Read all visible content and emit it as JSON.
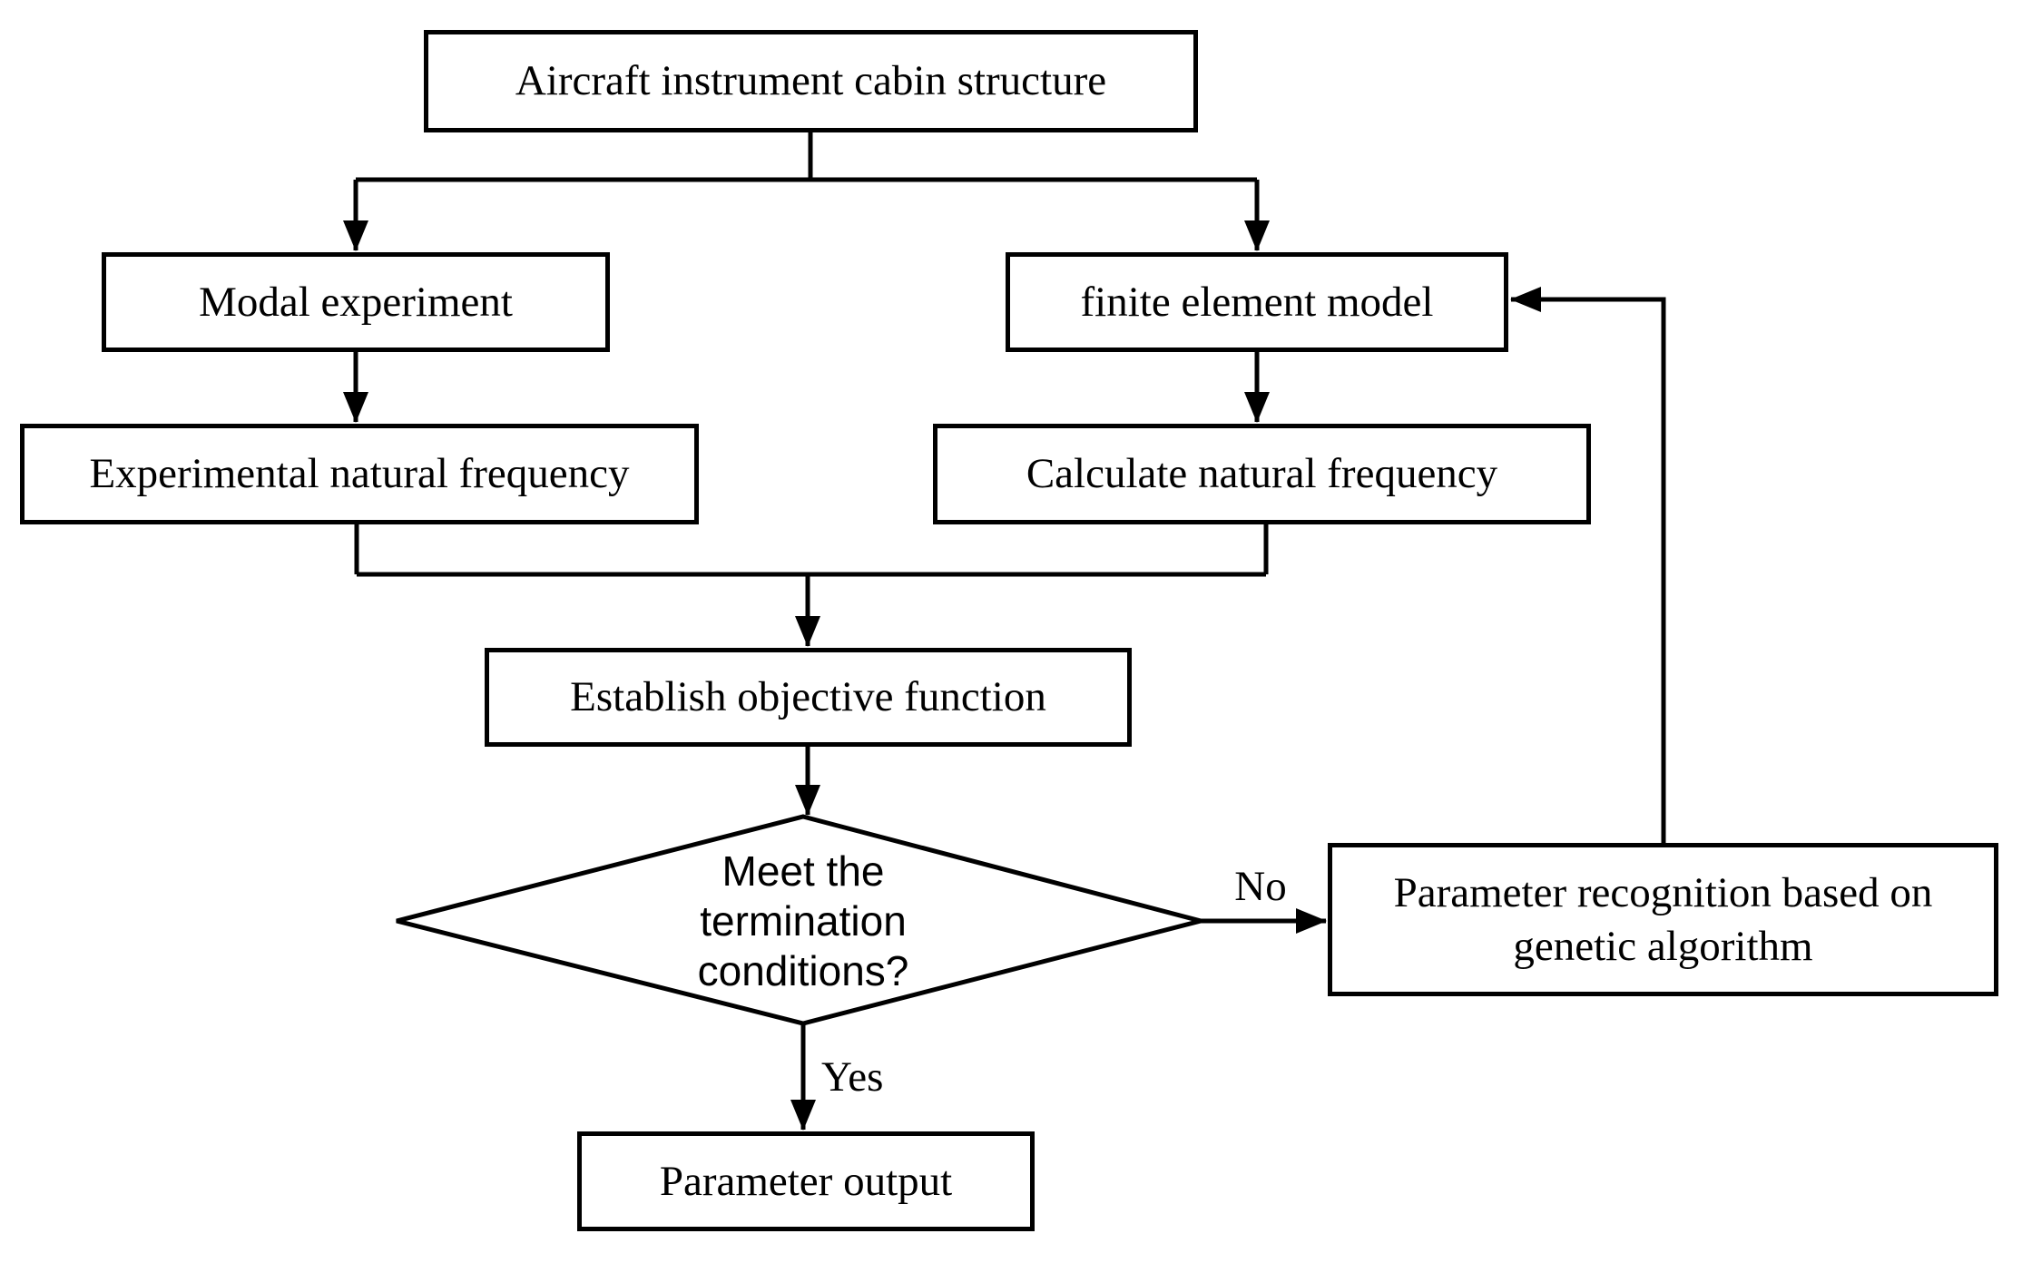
{
  "figure": {
    "type": "flowchart",
    "background_color": "#ffffff",
    "line_color": "#000000",
    "text_color": "#000000"
  },
  "flowchart": {
    "nodes": {
      "aircraft": {
        "shape": "rect",
        "label": "Aircraft instrument cabin structure"
      },
      "modal": {
        "shape": "rect",
        "label": "Modal experiment"
      },
      "fem": {
        "shape": "rect",
        "label": "finite element model"
      },
      "exp_freq": {
        "shape": "rect",
        "label": "Experimental natural frequency"
      },
      "calc_freq": {
        "shape": "rect",
        "label": "Calculate natural frequency"
      },
      "objective": {
        "shape": "rect",
        "label": "Establish objective function"
      },
      "decision": {
        "shape": "diamond",
        "label": "Meet the termination conditions?"
      },
      "param_recog": {
        "shape": "rect",
        "label": "Parameter recognition based on genetic algorithm"
      },
      "param_output": {
        "shape": "rect",
        "label": "Parameter output"
      }
    },
    "edge_labels": {
      "no": "No",
      "yes": "Yes"
    },
    "edges": [
      {
        "from": "aircraft",
        "to": "modal"
      },
      {
        "from": "aircraft",
        "to": "fem"
      },
      {
        "from": "modal",
        "to": "exp_freq"
      },
      {
        "from": "fem",
        "to": "calc_freq"
      },
      {
        "from": "exp_freq",
        "to": "objective"
      },
      {
        "from": "calc_freq",
        "to": "objective"
      },
      {
        "from": "objective",
        "to": "decision"
      },
      {
        "from": "decision",
        "to": "param_recog",
        "label": "No"
      },
      {
        "from": "decision",
        "to": "param_output",
        "label": "Yes"
      },
      {
        "from": "param_recog",
        "to": "fem"
      }
    ]
  }
}
